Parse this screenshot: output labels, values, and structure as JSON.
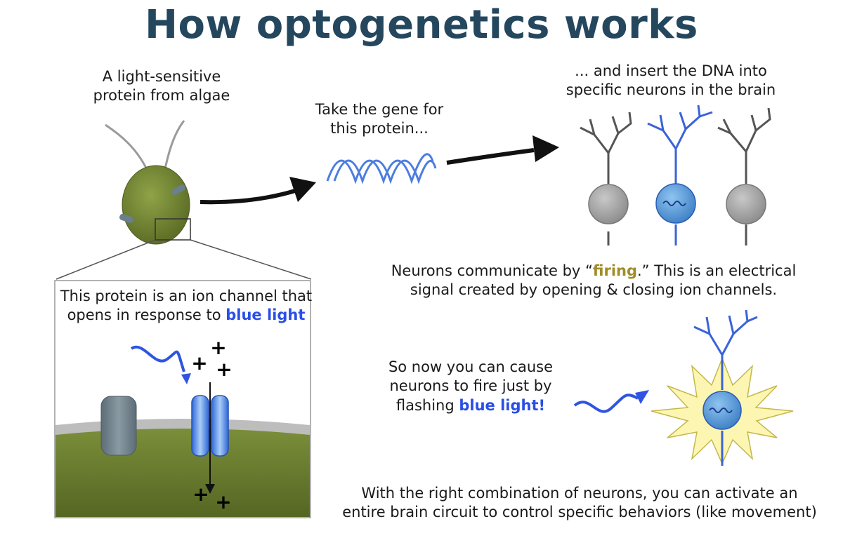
{
  "title": "How optogenetics works",
  "algae_caption": [
    "A light-sensitive",
    "protein from algae"
  ],
  "gene_caption": [
    "Take the gene for",
    "this protein..."
  ],
  "insert_caption": [
    "... and insert the DNA into",
    "specific neurons in the brain"
  ],
  "channel_caption": {
    "line1": "This protein is an ion channel that",
    "line2_prefix": "opens in response to ",
    "line2_highlight": "blue light"
  },
  "firing_caption": {
    "line1_prefix": "Neurons communicate by “",
    "line1_highlight": "firing",
    "line1_suffix": ".”  This is an electrical",
    "line2": "signal created by opening & closing ion channels."
  },
  "flash_caption": {
    "line1": "So now you can cause",
    "line2": "neurons to fire just by",
    "line3_prefix": "flashing ",
    "line3_highlight": "blue light!"
  },
  "circuit_caption": [
    "With the right combination of neurons, you can activate an",
    "entire brain circuit to control specific behaviors (like movement)"
  ],
  "ions": {
    "plus": "+"
  },
  "colors": {
    "title": "#24475e",
    "highlight_blue": "#2a4fe6",
    "highlight_gold": "#a08c28",
    "algae_green": "#6f8230",
    "neuron_gray": "#a6a6a6",
    "neuron_blue": "#4d8fd6"
  },
  "icons": [
    "algae-cell-icon",
    "dna-helix-icon",
    "neuron-icon",
    "ion-channel-icon",
    "light-wave-icon",
    "arrow-icon",
    "firing-star-icon"
  ]
}
